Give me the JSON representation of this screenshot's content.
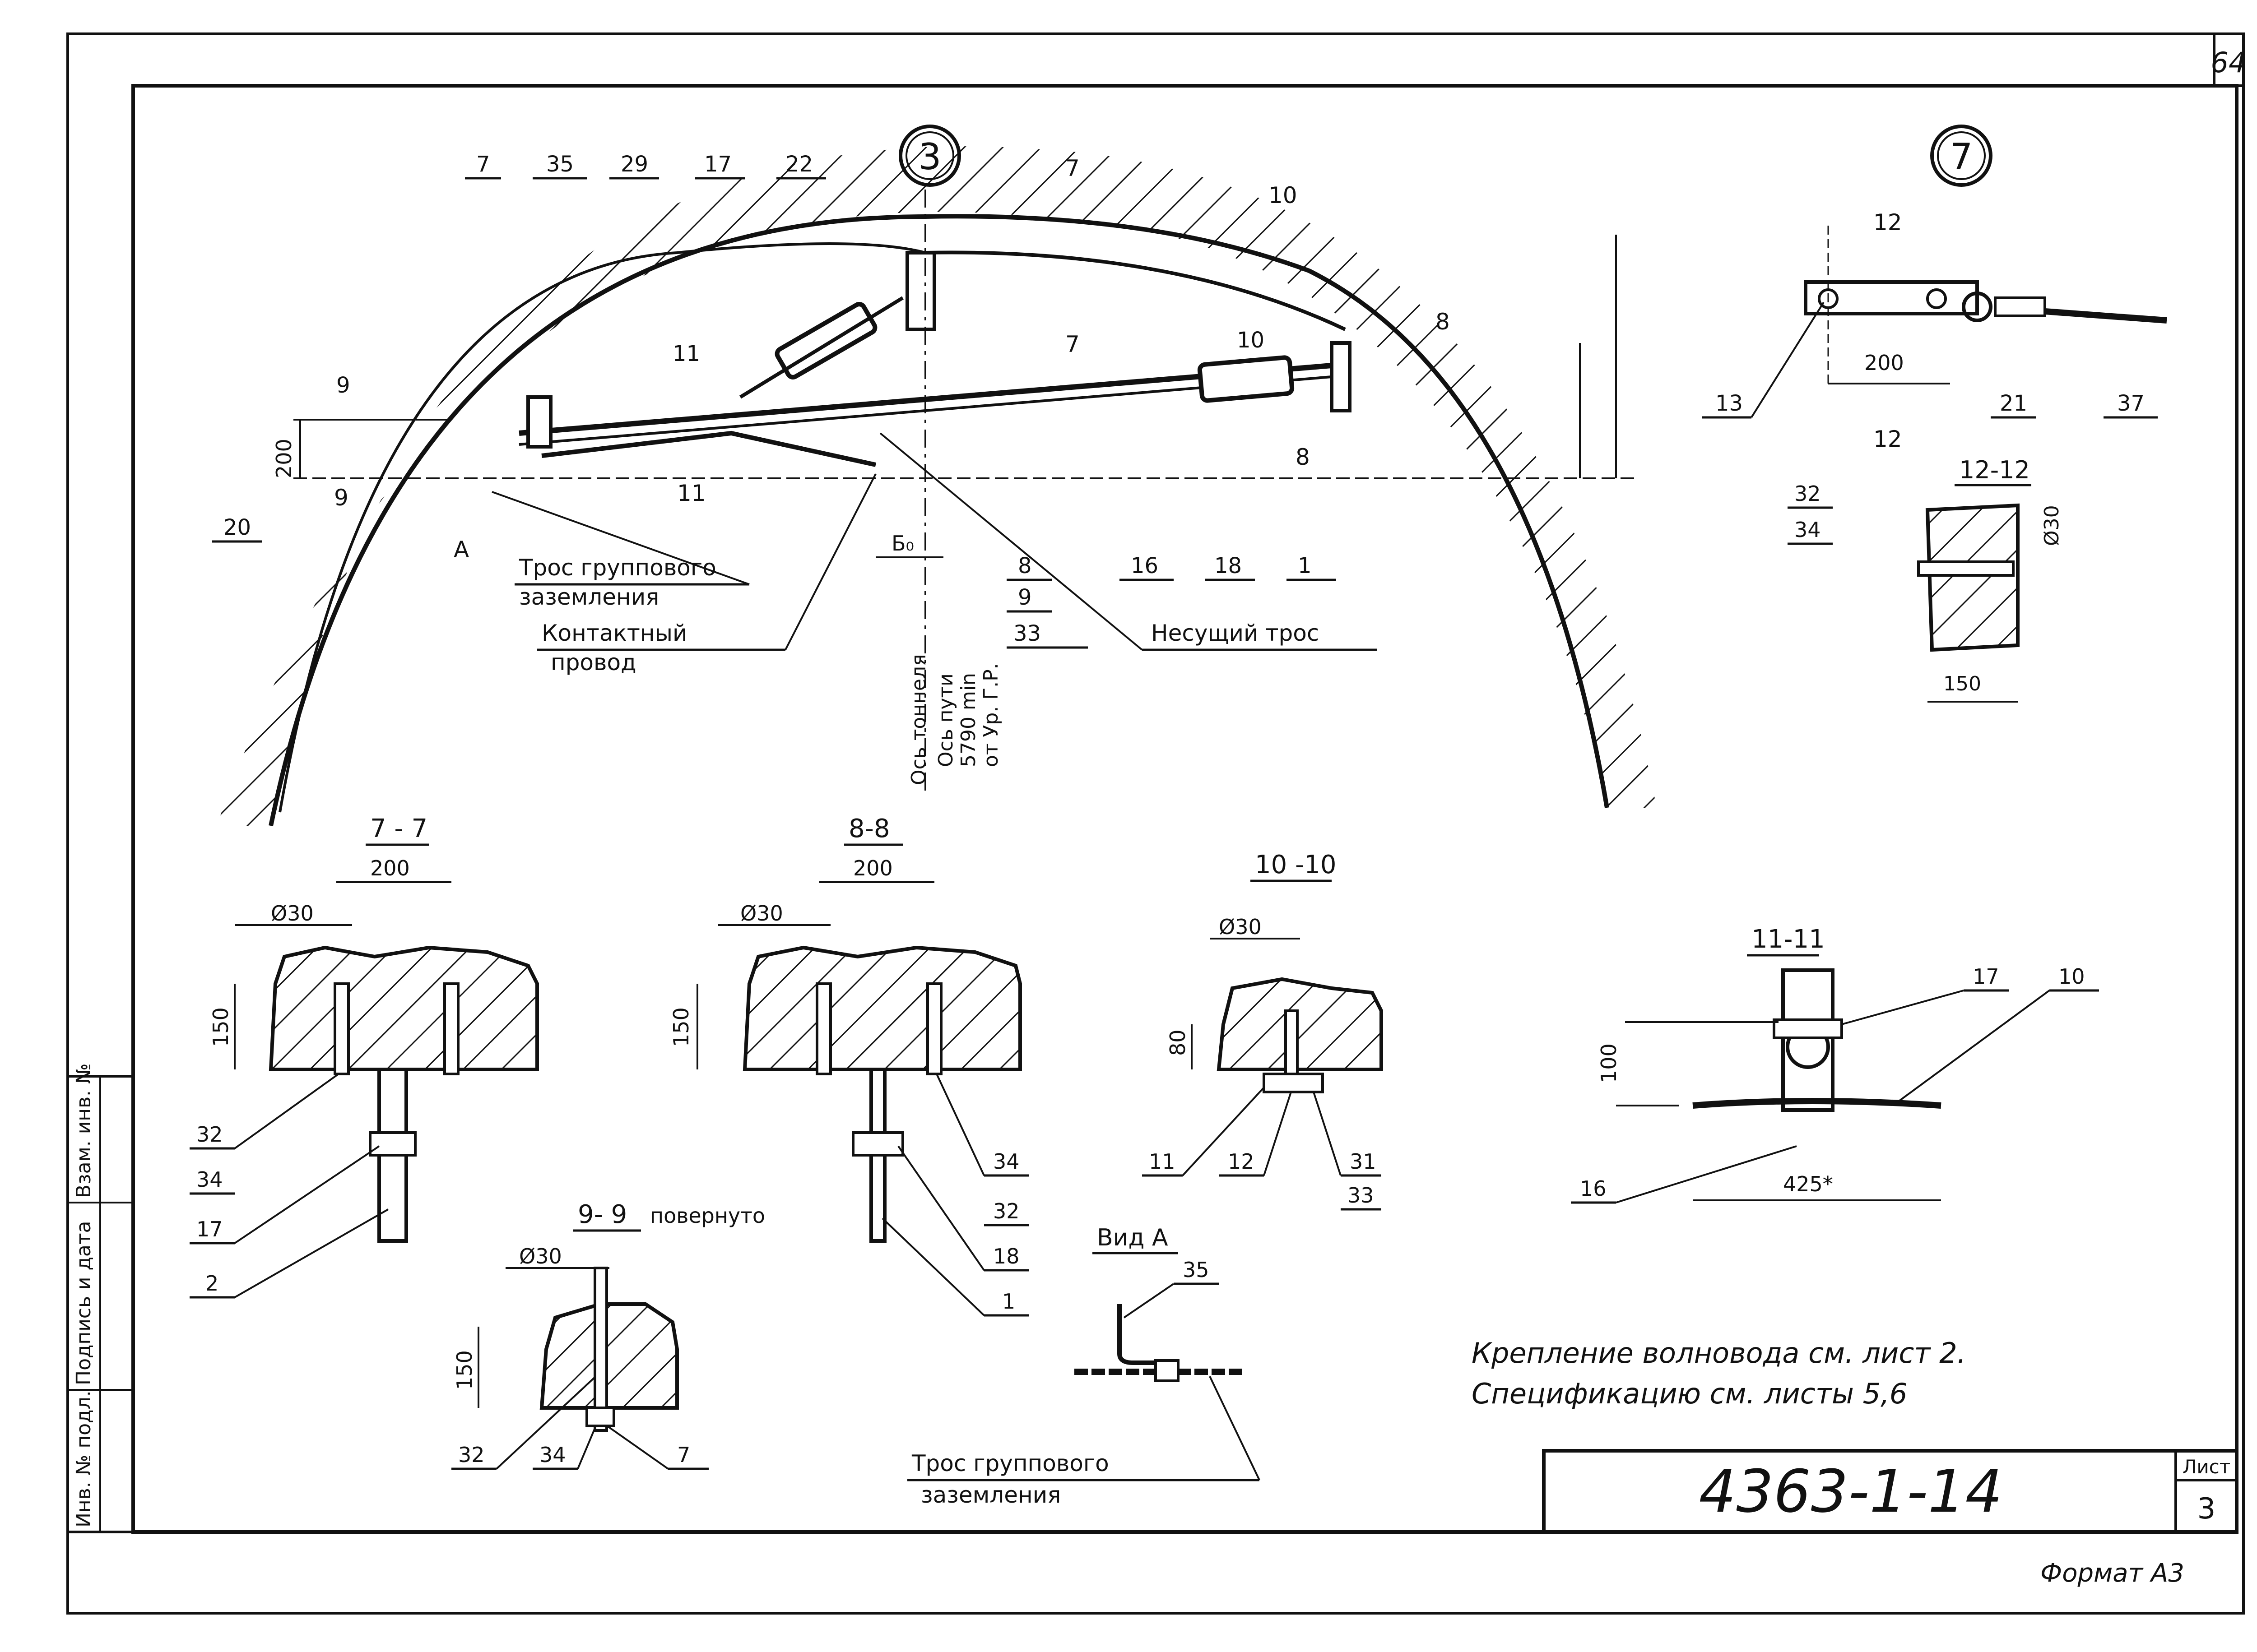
{
  "sheet_number": "64",
  "detail_refs": {
    "main": "3",
    "right": "7"
  },
  "main_view": {
    "callouts": [
      "7",
      "35",
      "29",
      "17",
      "22",
      "11",
      "9",
      "20",
      "16",
      "18",
      "1",
      "8",
      "9",
      "33",
      "10"
    ],
    "section_marks": {
      "s7": "7",
      "s10": "10",
      "s8": "8",
      "s9": "9",
      "s11": "11"
    },
    "dims": {
      "height_200": "200",
      "span_11": "11",
      "b0": "Б₀"
    },
    "label_a": "А",
    "labels": {
      "ground_cable_line1": "Трос группового",
      "ground_cable_line2": "заземления",
      "contact_wire_line1": "Контактный",
      "contact_wire_line2": "провод",
      "carrier_cable": "Несущий трос"
    },
    "axis_text": {
      "tunnel_axis": "Ось тоннеля",
      "track_axis": "Ось пути",
      "elevation": "5790 min",
      "from_rail": "от Ур. Г.Р."
    }
  },
  "detail7": {
    "section_marks": {
      "top": "12",
      "bottom": "12"
    },
    "dim": "200",
    "callouts": [
      "13",
      "21",
      "37"
    ]
  },
  "section12": {
    "title": "12-12",
    "callouts": [
      "32",
      "34"
    ],
    "diameter": "Ø30",
    "dim": "150"
  },
  "section7": {
    "title": "7 - 7",
    "dims": {
      "width": "200",
      "diameter": "Ø30",
      "depth": "150"
    },
    "callouts": [
      "32",
      "34",
      "17",
      "2"
    ]
  },
  "section8": {
    "title": "8-8",
    "dims": {
      "width": "200",
      "diameter": "Ø30",
      "depth": "150"
    },
    "callouts": [
      "34",
      "32",
      "18",
      "1"
    ]
  },
  "section10": {
    "title": "10 -10",
    "dims": {
      "diameter": "Ø30",
      "depth": "80"
    },
    "callouts": [
      "11",
      "12",
      "31",
      "33"
    ]
  },
  "section11": {
    "title": "11-11",
    "dims": {
      "depth": "100",
      "width": "425*"
    },
    "callouts": [
      "17",
      "10",
      "16"
    ]
  },
  "section9": {
    "title": "9- 9",
    "note": "повернуто",
    "dims": {
      "diameter": "Ø30",
      "depth": "150"
    },
    "callouts": [
      "32",
      "34",
      "7"
    ]
  },
  "view_a": {
    "title": "Вид А",
    "callout": "35",
    "label_line1": "Трос группового",
    "label_line2": "заземления"
  },
  "notes": {
    "line1": "Крепление волновода см. лист 2.",
    "line2": "Спецификацию см. листы 5,6"
  },
  "title_block": {
    "doc_code": "4363-1-14",
    "sheet_label": "Лист",
    "sheet_value": "3",
    "format": "Формат А3"
  },
  "side_stamp": {
    "col1": "Инв. № подл.",
    "col2": "Подпись и дата",
    "col3": "Взам. инв. №"
  },
  "colors": {
    "ink": "#111111",
    "paper": "#ffffff"
  }
}
